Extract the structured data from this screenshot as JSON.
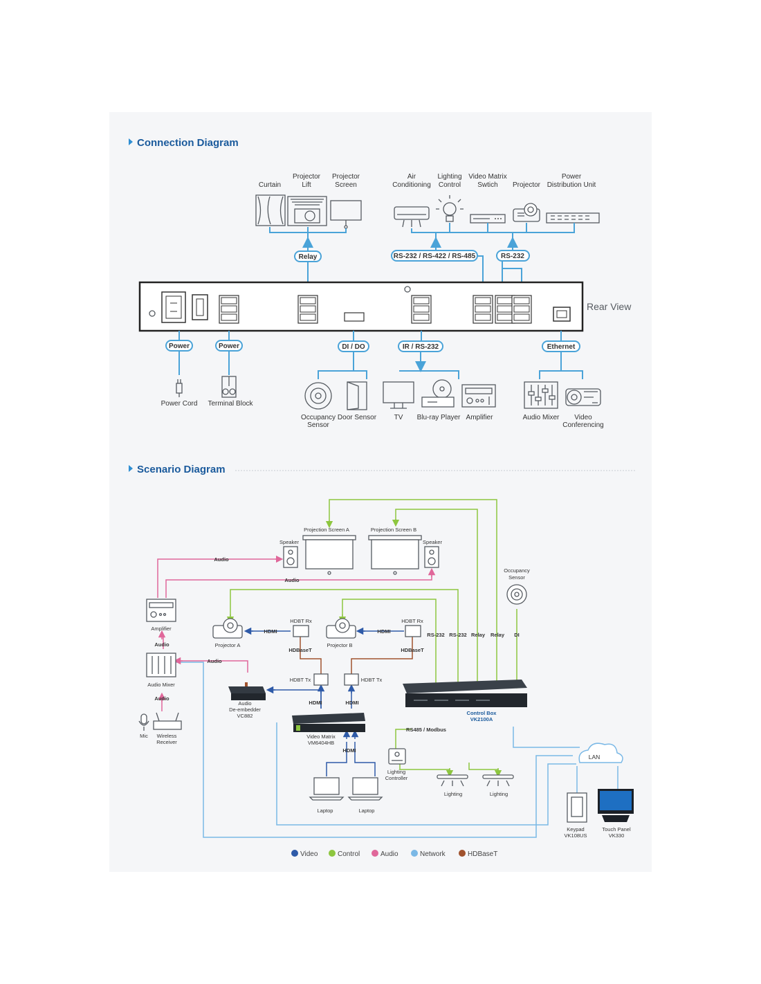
{
  "connection": {
    "title": "Connection Diagram",
    "rear_view": "Rear View",
    "top_labels": {
      "curtain": "Curtain",
      "projector_lift": [
        "Projector",
        "Lift"
      ],
      "projector_screen": [
        "Projector",
        "Screen"
      ],
      "air_conditioning": [
        "Air",
        "Conditioning"
      ],
      "lighting_control": [
        "Lighting",
        "Control"
      ],
      "video_matrix_switch": [
        "Video Matrix",
        "Swtich"
      ],
      "projector": "Projector",
      "pdu": [
        "Power",
        "Distribution Unit"
      ]
    },
    "pills": {
      "relay": "Relay",
      "rs_multi": "RS-232 / RS-422 / RS-485",
      "rs232": "RS-232",
      "power1": "Power",
      "power2": "Power",
      "dido": "DI / DO",
      "ir": "IR / RS-232",
      "ethernet": "Ethernet"
    },
    "bottom_labels": {
      "power_cord": "Power Cord",
      "terminal_block": "Terminal Block",
      "occupancy_sensor": [
        "Occupancy",
        "Sensor"
      ],
      "door_sensor": "Door Sensor",
      "tv": "TV",
      "bluray": "Blu-ray Player",
      "amplifier": "Amplifier",
      "audio_mixer": "Audio Mixer",
      "video_conf": [
        "Video",
        "Conferencing"
      ]
    }
  },
  "scenario": {
    "title": "Scenario Diagram",
    "labels": {
      "screen_a": "Projection Screen A",
      "screen_b": "Projection Screen B",
      "speaker_l": "Speaker",
      "speaker_r": "Speaker",
      "occupancy": [
        "Occupancy",
        "Sensor"
      ],
      "amplifier": "Amplifier",
      "audio_mixer": "Audio Mixer",
      "mic": "Mic",
      "wireless": [
        "Wireless",
        "Receiver"
      ],
      "projector_a": "Projector A",
      "projector_b": "Projector B",
      "hdbt_rx1": "HDBT Rx",
      "hdbt_rx2": "HDBT Rx",
      "hdbt_tx1": "HDBT Tx",
      "hdbt_tx2": "HDBT Tx",
      "deembedder": [
        "Audio",
        "De-embedder",
        "VC882"
      ],
      "video_matrix": [
        "Video Matrix",
        "VM6404HB"
      ],
      "control_box": [
        "Control Box",
        "VK2100A"
      ],
      "lighting_controller": [
        "Lighting",
        "Controller"
      ],
      "lighting1": "Lighting",
      "lighting2": "Lighting",
      "laptop1": "Laptop",
      "laptop2": "Laptop",
      "lan": "LAN",
      "keypad": [
        "Keypad",
        "VK108US"
      ],
      "touch_panel": [
        "Touch Panel",
        "VK330"
      ]
    },
    "conn_labels": {
      "audio1": "Audio",
      "audio2": "Audio",
      "audio3": "Audio",
      "audio4": "Audio",
      "audio5": "Audio",
      "hdmi1": "HDMI",
      "hdmi2": "HDMI",
      "hdmi3": "HDMI",
      "hdmi4": "HDMI",
      "hdmi5": "HDMI",
      "hdbaset1": "HDBaseT",
      "hdbaset2": "HDBaseT",
      "rs232a": "RS-232",
      "rs232b": "RS-232",
      "relay_a": "Relay",
      "relay_b": "Relay",
      "di": "DI",
      "rs485": "RS485 / Modbus"
    },
    "legend": [
      {
        "label": "Video",
        "color": "#2e5aa8"
      },
      {
        "label": "Control",
        "color": "#8dc63f"
      },
      {
        "label": "Audio",
        "color": "#e0679a"
      },
      {
        "label": "Network",
        "color": "#7ab8e6"
      },
      {
        "label": "HDBaseT",
        "color": "#a0522d"
      }
    ]
  },
  "colors": {
    "title_blue": "#1a5a9c",
    "connection_blue": "#4aa3d8",
    "video": "#2e5aa8",
    "control": "#8dc63f",
    "audio": "#e0679a",
    "network": "#7ab8e6",
    "hdbaset": "#a0522d"
  }
}
